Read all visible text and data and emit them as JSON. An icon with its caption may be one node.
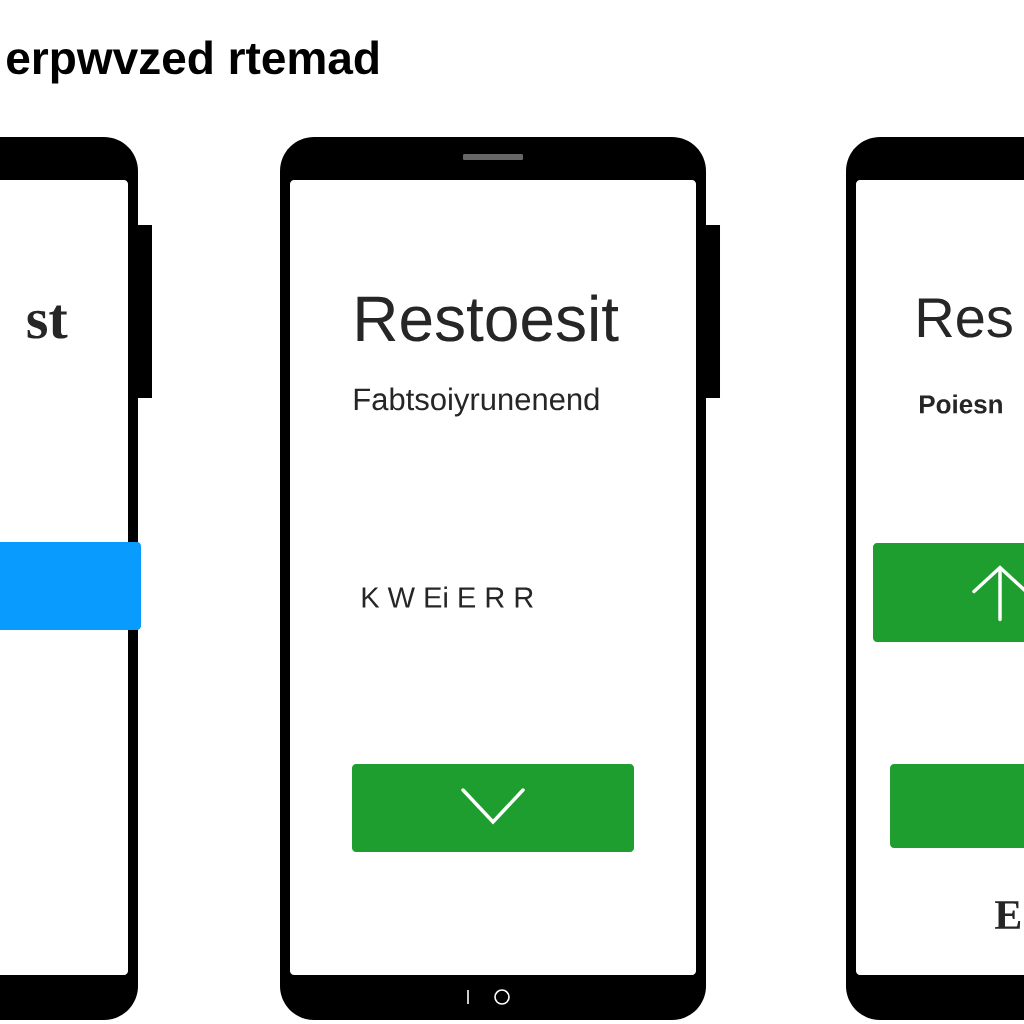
{
  "diagram": {
    "title": "erpwvzed rtemad",
    "nodes": [
      {
        "text": [
          "st"
        ]
      },
      {
        "text": [
          "Restoesit",
          "Fabtsoiyrunenend",
          "K W Ei E R R"
        ]
      },
      {
        "text": [
          "Res",
          "Poiesn",
          "E"
        ]
      },
      {
        "text": [],
        "shape": "box",
        "in": 0
      },
      {
        "text": [],
        "shape": "box",
        "in": 1
      },
      {
        "text": [],
        "shape": "box",
        "in": 2
      },
      {
        "text": [],
        "shape": "box",
        "in": 2
      }
    ]
  }
}
